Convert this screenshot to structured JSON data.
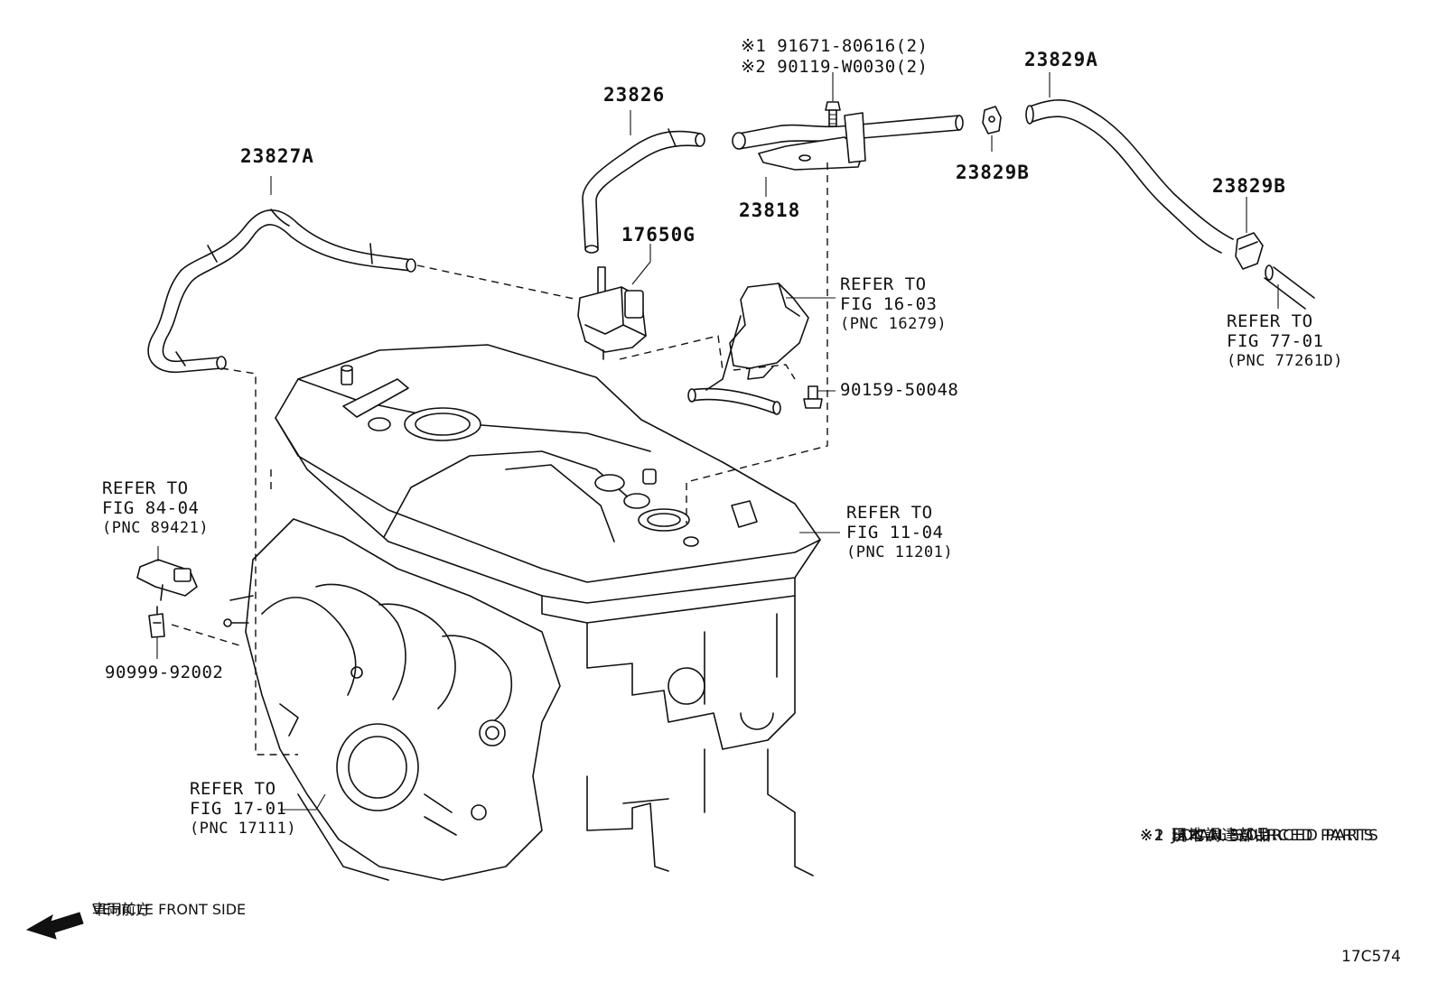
{
  "parts": {
    "p23827A": "23827A",
    "p23826": "23826",
    "p17650G": "17650G",
    "p23818": "23818",
    "p23829A": "23829A",
    "p23829B_upper": "23829B",
    "p23829B_lower": "23829B",
    "p90159": "90159-50048",
    "p90999": "90999-92002",
    "bolt_line1": "※1 91671-80616(2)",
    "bolt_line2": "※2 90119-W0030(2)"
  },
  "refs": [
    {
      "l1": "REFER TO",
      "l2": "FIG 16-03",
      "l3": "(PNC 16279)"
    },
    {
      "l1": "REFER TO",
      "l2": "FIG 77-01",
      "l3": "(PNC 77261D)"
    },
    {
      "l1": "REFER TO",
      "l2": "FIG 84-04",
      "l3": "(PNC 89421)"
    },
    {
      "l1": "REFER TO",
      "l2": "FIG 11-04",
      "l3": "(PNC 11201)"
    },
    {
      "l1": "REFER TO",
      "l2": "FIG 17-01",
      "l3": "(PNC 17111)"
    }
  ],
  "legend": [
    "※1 日本調達部品",
    "※1 JAPAN SOURCED PARTS",
    "※2 現地調達部品",
    "※2 LOCAL SOURCED PARTS"
  ],
  "front": {
    "jp": "車両前方",
    "en": "VEHICLE FRONT SIDE",
    "arrow_icon": "left-arrow-icon"
  },
  "figure_code": "17C574"
}
